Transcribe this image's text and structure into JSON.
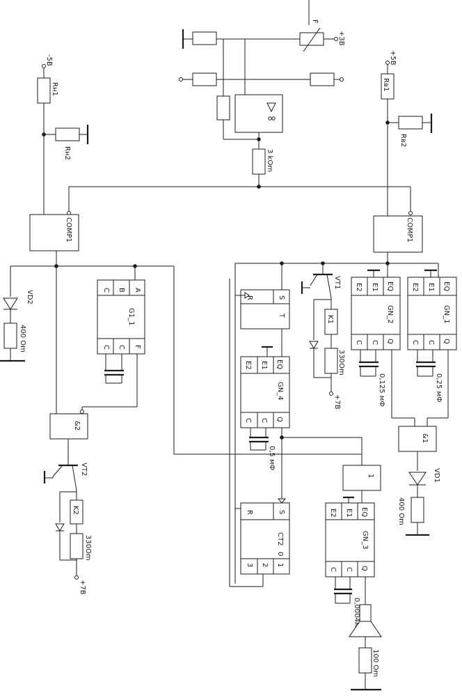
{
  "labels": {
    "rn1": "Rн1",
    "rn2": "Rн2",
    "rv1": "Rв1",
    "rv2": "Rв2",
    "m5": "-5В",
    "p5": "+5В",
    "p3": "+3В",
    "f": "F",
    "r3k": "3 kOm",
    "comp_left": "COMP1",
    "comp_right": "COMP1",
    "vd2": "VD2",
    "r400a": "400 Om",
    "g1_a": "A",
    "g1_b": "B",
    "g1_c": "C",
    "g1_name": "G1_1",
    "g1_c1": "C",
    "g1_c2": "C",
    "g1_f": "F",
    "and2": "&2",
    "vt2": "VT2",
    "k2": "K2",
    "r300a": "330Om",
    "p7a": "+7В",
    "st_r": "R",
    "st_s": "S",
    "st_t": "T",
    "vt1": "VT1",
    "k1": "K1",
    "r300b": "330Om",
    "p7b": "+7В",
    "e2": "E2",
    "e1": "E1",
    "eq": "EQ",
    "c": "C",
    "q": "Q",
    "gn2": "GN_2",
    "gn1": "GN_1",
    "gn4": "GN_4",
    "gn3": "GN_3",
    "cap125": "0,125 мФ",
    "cap25": "0,25 мФ",
    "cap05": "0,5 мФ",
    "cap0004": "0,0004мФ",
    "and1": "&1",
    "vd1": "VD1",
    "r400b": "400 Om",
    "or1": "1",
    "ct_r": "R",
    "ct_s": "S",
    "ct_name": "CT2",
    "ct_3": "3",
    "ct_2": "2",
    "ct_1": "1",
    "ct_0": "0",
    "r100": "100 Om"
  },
  "icons": {
    "speaker": "speaker-icon",
    "buffer": "buffer-icon"
  }
}
